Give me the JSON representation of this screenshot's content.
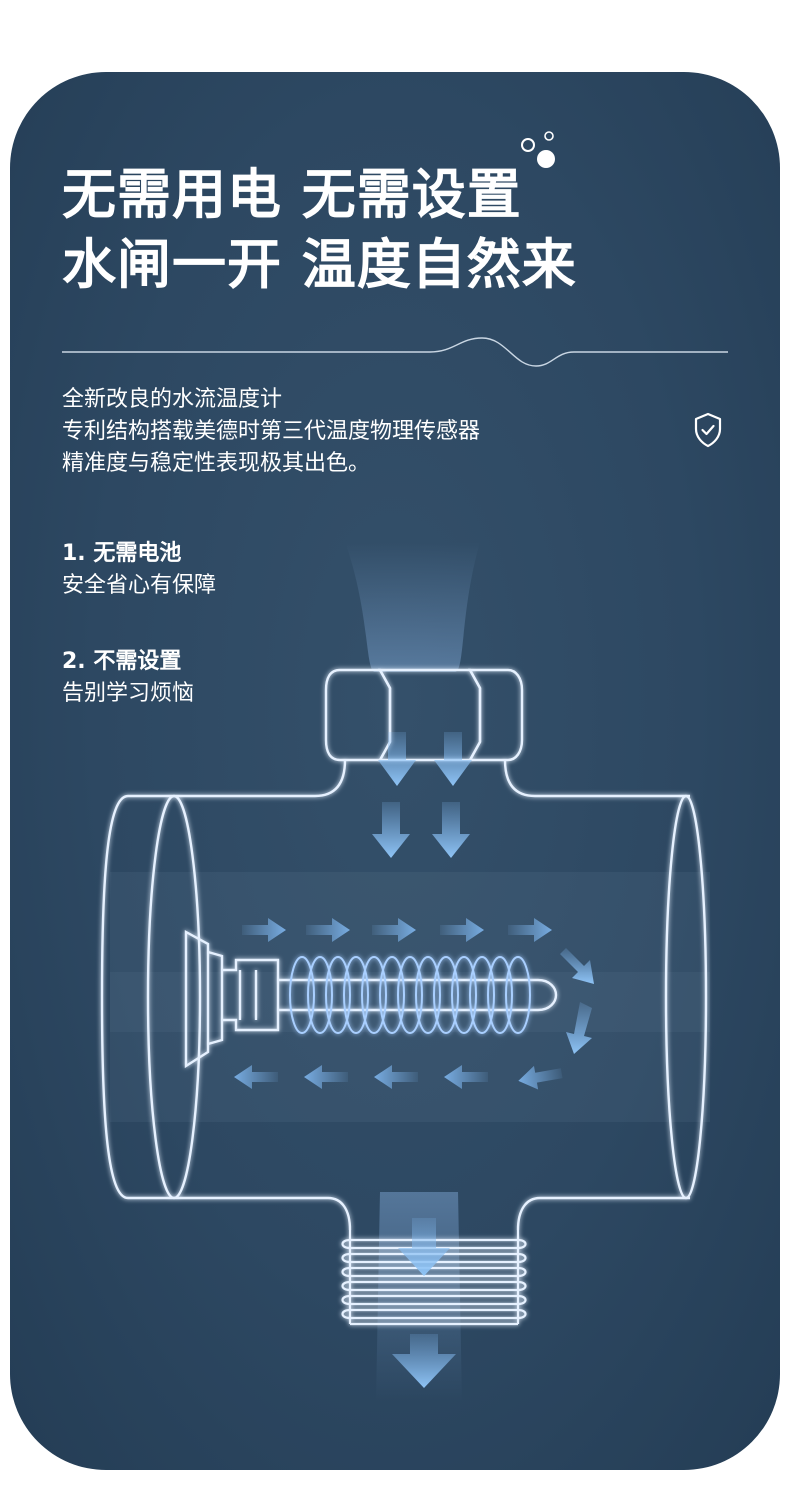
{
  "headline": {
    "line1": "无需用电  无需设置",
    "line2": "水闸一开  温度自然来"
  },
  "description": {
    "lines": [
      "全新改良的水流温度计",
      "专利结构搭载美德时第三代温度物理传感器",
      "精准度与稳定性表现极其出色。"
    ]
  },
  "features": [
    {
      "title": "1. 无需电池",
      "desc": "安全省心有保障"
    },
    {
      "title": "2. 不需设置",
      "desc": "告别学习烦恼"
    }
  ],
  "icons": {
    "shield": "shield-check-icon",
    "bubbles": "bubbles-icon"
  },
  "colors": {
    "card_bg": "#2d4862",
    "outline": "#e6f1ff",
    "arrow": "#8fc2f2",
    "text": "#ffffff"
  }
}
